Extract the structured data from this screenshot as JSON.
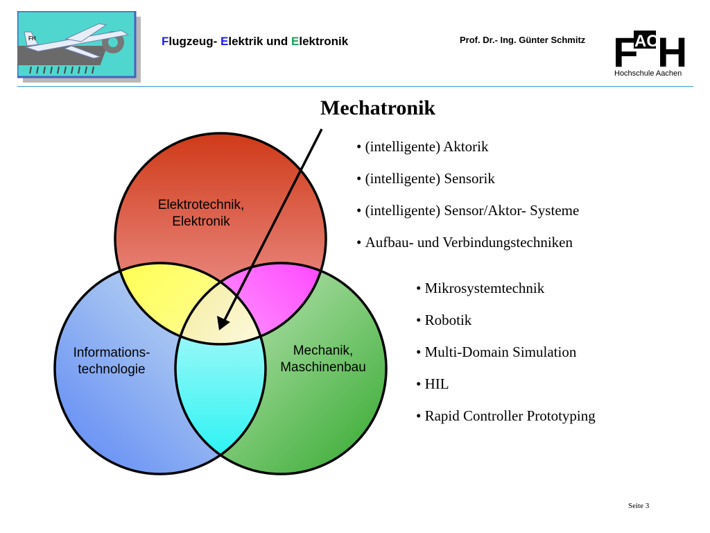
{
  "header": {
    "title_parts": [
      "F",
      "lugzeug- ",
      "E",
      "lektrik und ",
      "E",
      "lektronik"
    ],
    "author": "Prof. Dr.- Ing. Günter Schmitz",
    "logo_right_text": "Hochschule Aachen",
    "logo_right_letters": [
      "F",
      "AC",
      "H"
    ],
    "colors": {
      "accent_blue": "#1a1aff",
      "accent_green": "#16a05a",
      "rule": "#2f9fd6"
    }
  },
  "diagram": {
    "heading": "Mechatronik",
    "circles": {
      "top": {
        "label_line1": "Elektrotechnik,",
        "label_line2": "Elektronik",
        "color": "#d33a20"
      },
      "left": {
        "label_line1": "Informations-",
        "label_line2": "technologie",
        "color": "#6f96f2"
      },
      "right": {
        "label_line1": "Mechanik,",
        "label_line2": "Maschinenbau",
        "color": "#4cae46"
      }
    }
  },
  "bullets_top": [
    "(intelligente) Aktorik",
    "(intelligente) Sensorik",
    "(intelligente) Sensor/Aktor- Systeme",
    "Aufbau- und Verbindungstechniken"
  ],
  "bullets_bottom": [
    "Mikrosystemtechnik",
    "Robotik",
    "Multi-Domain Simulation",
    "HIL",
    "Rapid Controller Prototyping"
  ],
  "footer": {
    "page": "Seite 3"
  }
}
